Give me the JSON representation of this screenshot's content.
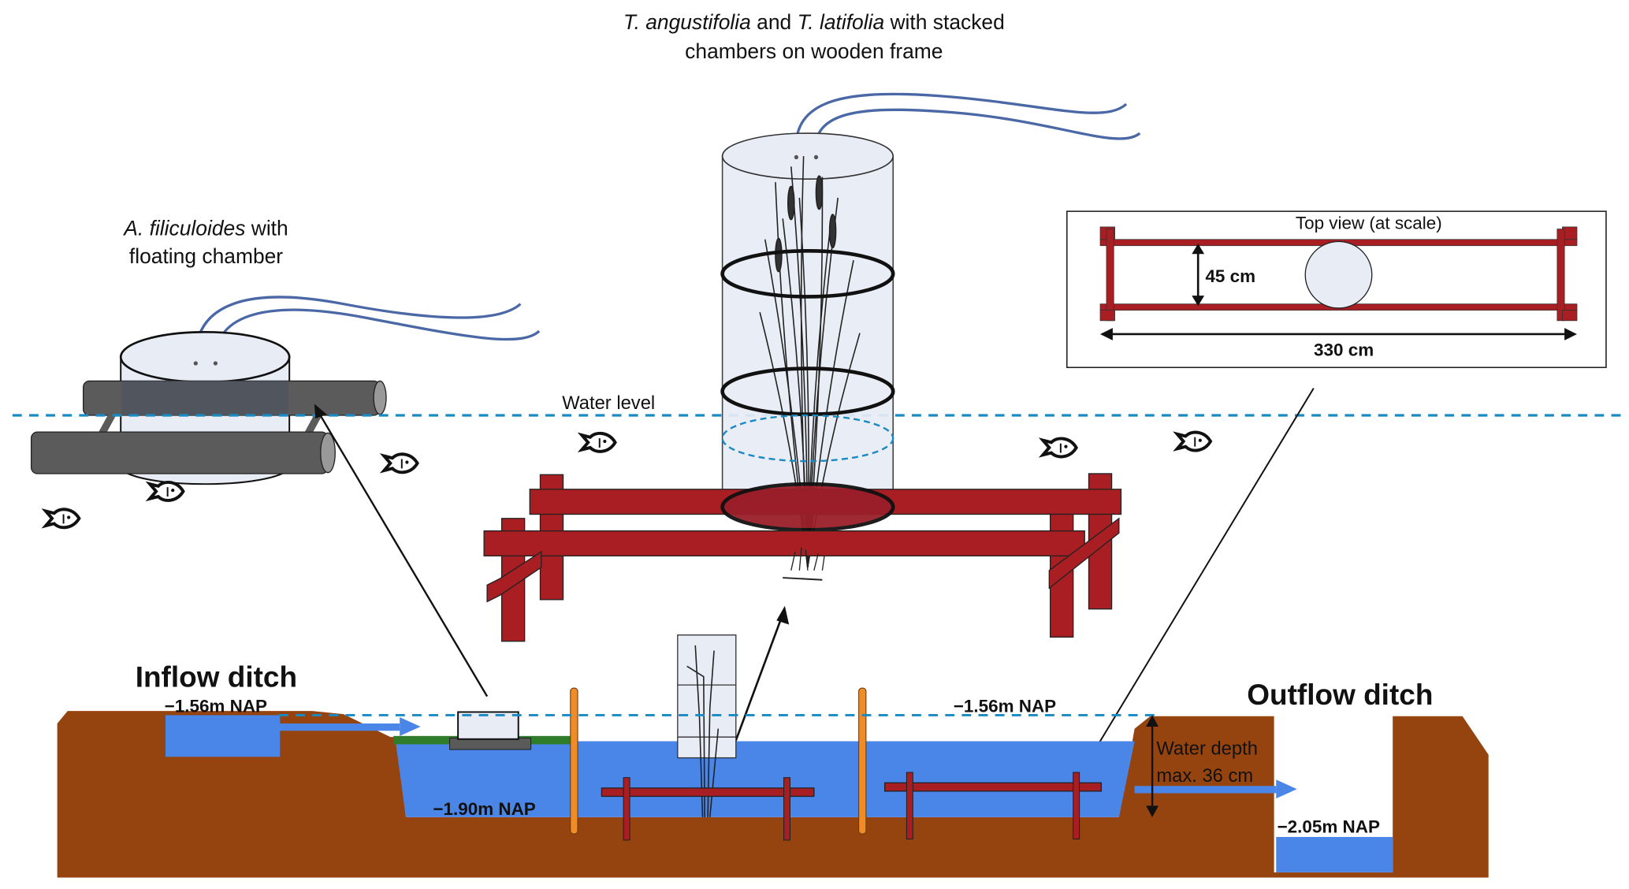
{
  "title_typha": {
    "line1_italic_a": "T. angustifolia",
    "line1_mid": " and ",
    "line1_italic_b": "T. latifolia",
    "line1_end": " with stacked",
    "line2": "chambers on wooden frame"
  },
  "title_azolla": {
    "line1_italic": "A. filiculoides",
    "line1_end": " with",
    "line2": "floating chamber"
  },
  "water_level_label": "Water level",
  "top_view": {
    "title": "Top view (at scale)",
    "width_label": "45 cm",
    "length_label": "330 cm"
  },
  "cross_section": {
    "inflow_title": "Inflow ditch",
    "outflow_title": "Outflow ditch",
    "inflow_level": "−1.56m NAP",
    "field_level": "−1.56m NAP",
    "field_bottom": "−1.90m NAP",
    "outflow_level": "−2.05m NAP",
    "depth_line1": "Water depth",
    "depth_line2": "max. 36 cm"
  },
  "colors": {
    "soil": "#96440f",
    "water": "#4a86e8",
    "wood": "#a81e22",
    "chamber": "#e8ecf5",
    "pole": "#f08c28",
    "water_line": "#1a8ac4",
    "tube": "#4a67a6",
    "float": "#5a5a5a"
  }
}
